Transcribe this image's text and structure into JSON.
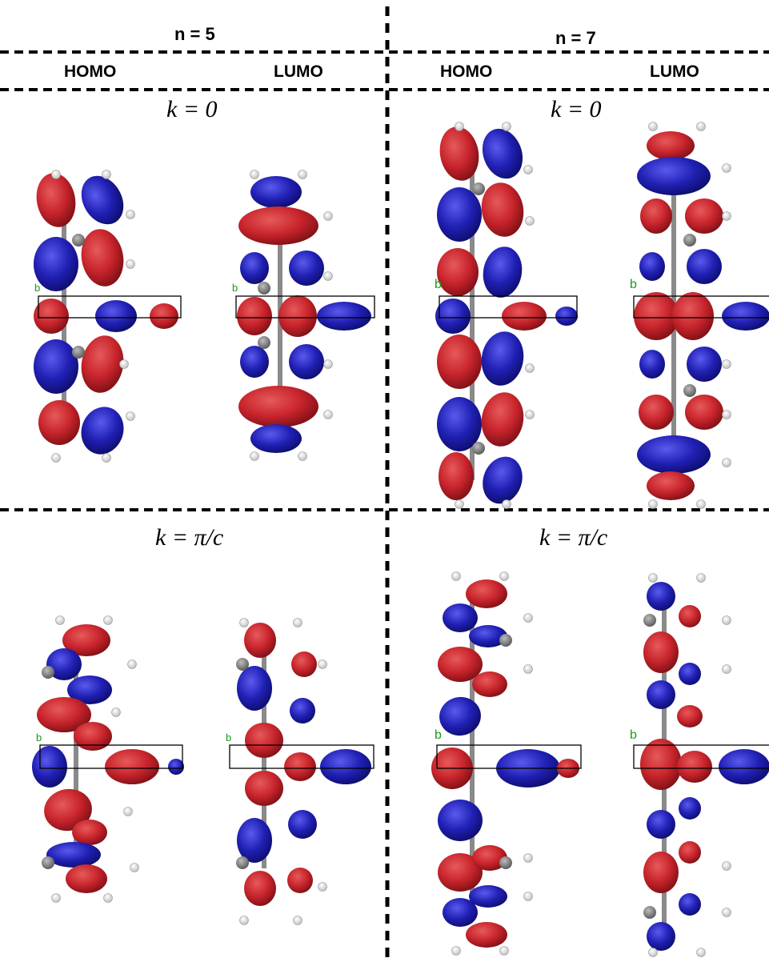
{
  "groups": [
    {
      "label": "n = 5"
    },
    {
      "label": "n = 7"
    }
  ],
  "orbital_labels": [
    "HOMO",
    "LUMO",
    "HOMO",
    "LUMO"
  ],
  "k_labels": [
    "k = 0",
    "k = 0",
    "k = π/c",
    "k = π/c"
  ],
  "cell_axis_label": "b",
  "colors": {
    "positive_lobe": "#c8242c",
    "negative_lobe": "#2020b4",
    "carbon_atom": "#808080",
    "hydrogen_atom": "#ffffff",
    "cell_box": "#000000",
    "axis_label": "#1a9a1a"
  }
}
